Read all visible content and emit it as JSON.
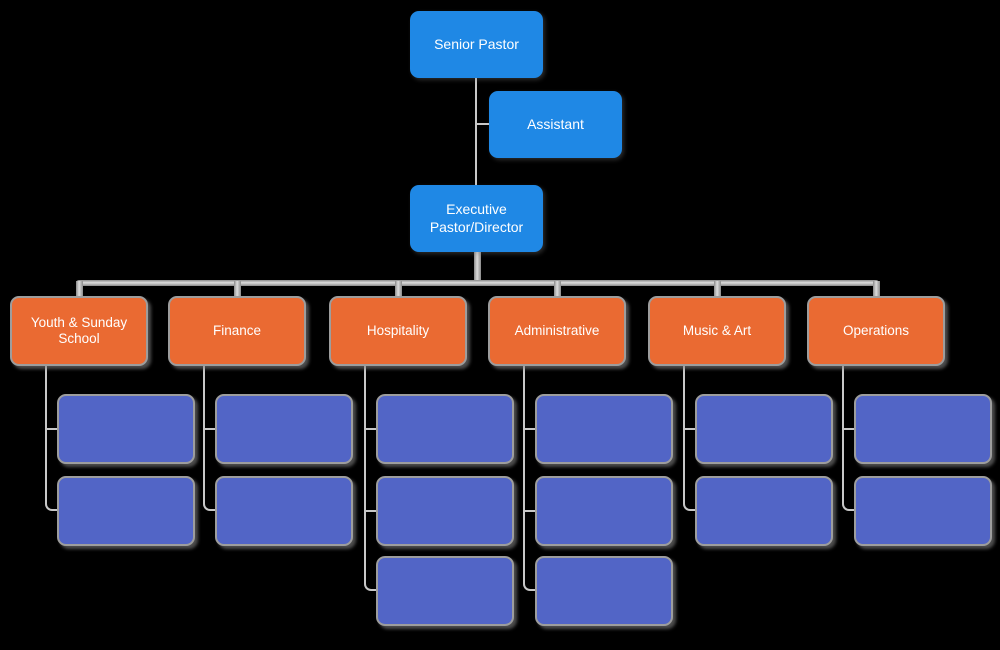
{
  "colors": {
    "blue": "#1F88E5",
    "orange": "#EA6A32",
    "purple": "#5265C6",
    "node_border": "#9D9D9D",
    "thin_line": "#C8C8C8",
    "pipe_dark": "#8A8A8A",
    "pipe_light": "#DCDCDC"
  },
  "org": {
    "root": {
      "label": "Senior Pastor"
    },
    "assistant": {
      "label": "Assistant"
    },
    "executive": {
      "label": "Executive Pastor/Director"
    },
    "departments": [
      {
        "label": "Youth & Sunday School",
        "subordinates": 2
      },
      {
        "label": "Finance",
        "subordinates": 2
      },
      {
        "label": "Hospitality",
        "subordinates": 3
      },
      {
        "label": "Administrative",
        "subordinates": 3
      },
      {
        "label": "Music & Art",
        "subordinates": 2
      },
      {
        "label": "Operations",
        "subordinates": 2
      }
    ]
  }
}
